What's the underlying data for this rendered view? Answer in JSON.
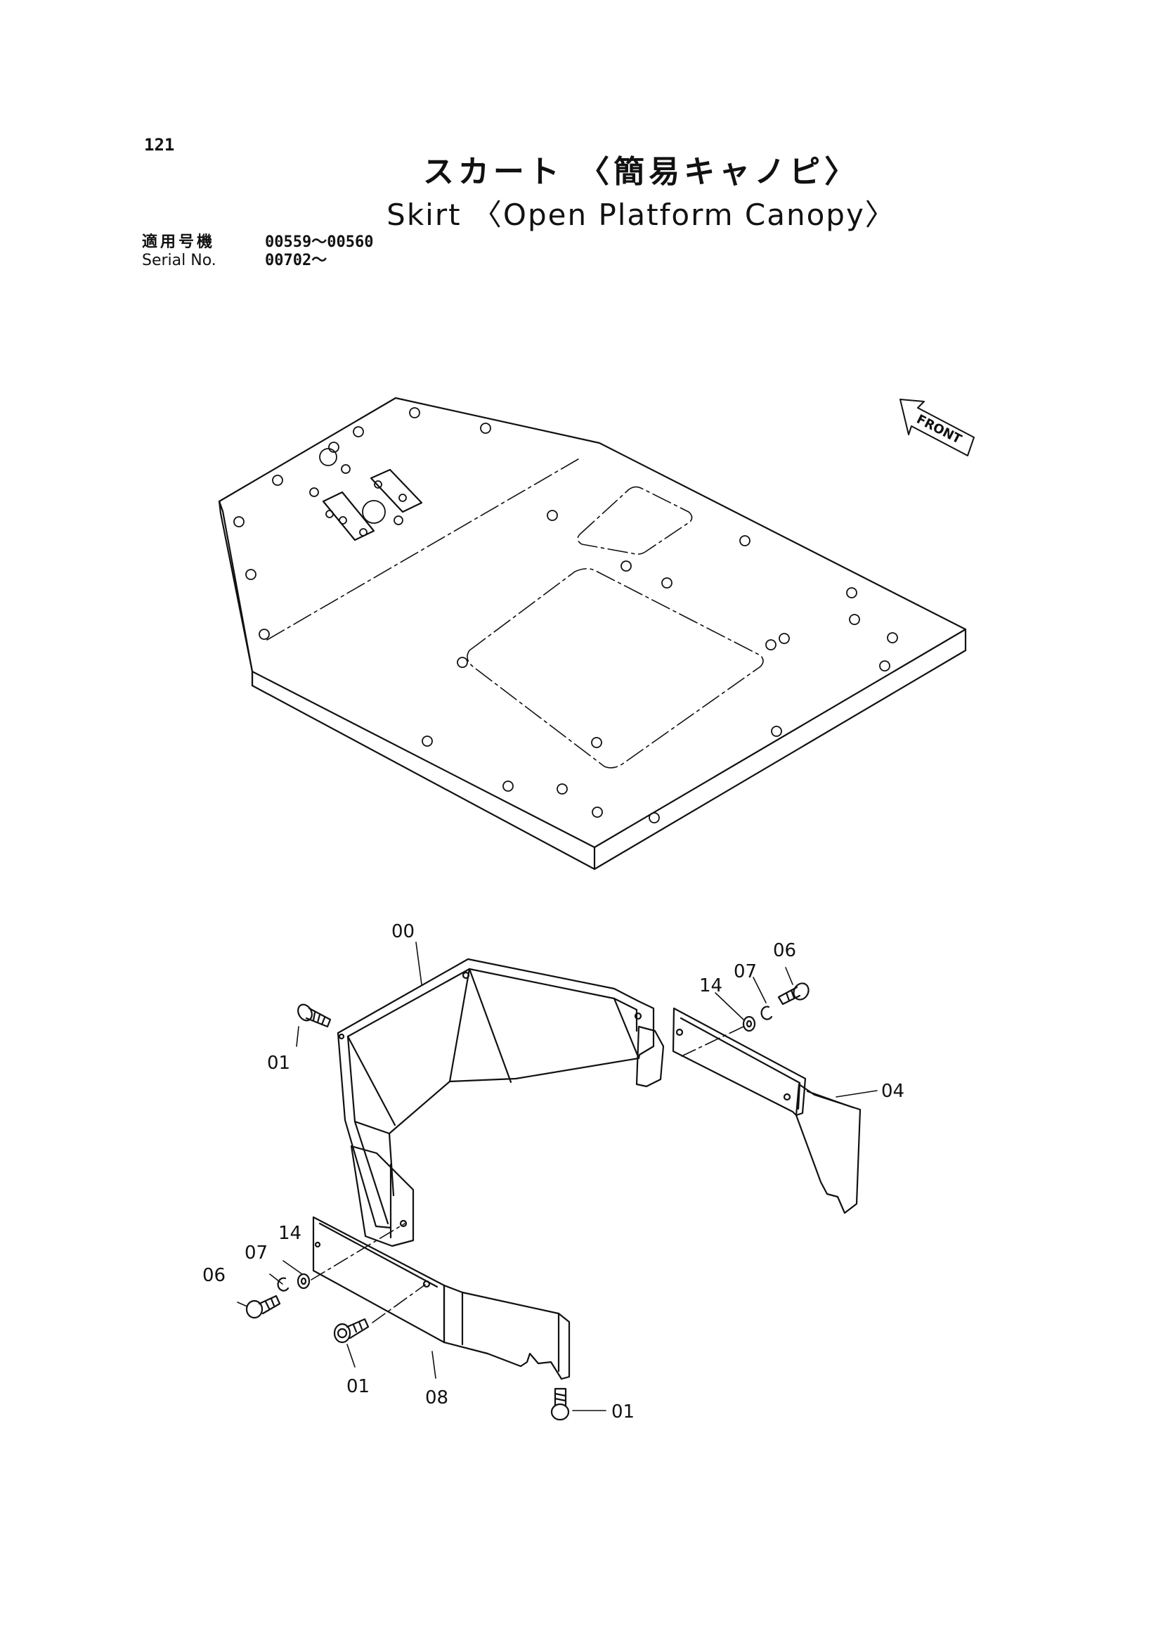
{
  "page": {
    "number": "121",
    "title_jp": "スカート 〈簡易キャノピ〉",
    "title_en": "Skirt 〈Open Platform Canopy〉"
  },
  "serial": {
    "label_jp": "適用号機",
    "value_jp": "00559～00560",
    "label_en": "Serial No.",
    "value_en": "00702～"
  },
  "diagram": {
    "front_label": "FRONT",
    "callouts": {
      "c00": "00",
      "c01_top": "01",
      "c01_mid": "01",
      "c01_bottom": "01",
      "c04": "04",
      "c06_right": "06",
      "c07_right": "07",
      "c14_right": "14",
      "c06_left": "06",
      "c07_left": "07",
      "c14_left": "14",
      "c08": "08"
    },
    "line_color": "#111111"
  }
}
